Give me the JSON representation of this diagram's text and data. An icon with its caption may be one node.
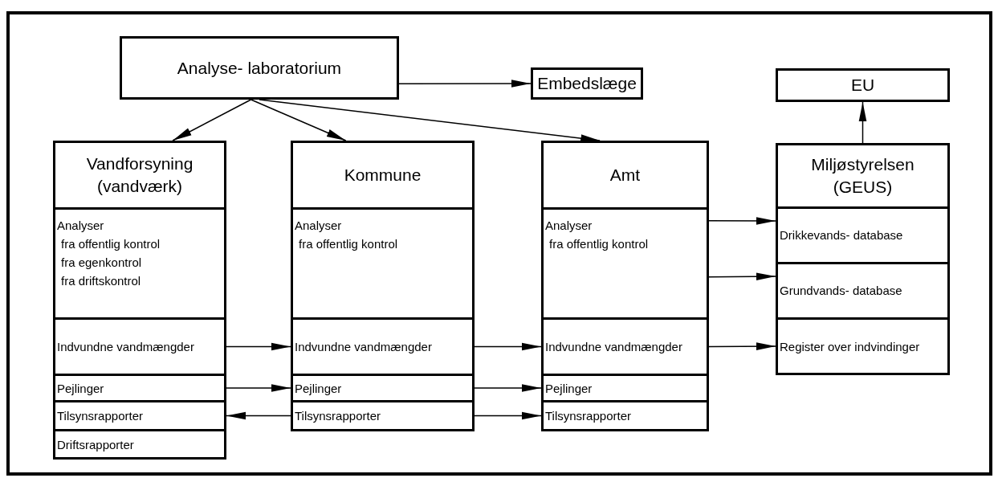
{
  "diagram": {
    "nodes": [
      {
        "text": [
          "Analyse- laboratorium"
        ]
      },
      {
        "text": [
          "Embedslæge"
        ]
      },
      {
        "text": [
          "EU"
        ]
      },
      {
        "text": [
          "Vandforsyning (vandværk)"
        ]
      },
      {
        "text": [
          "Analyser",
          "fra offentlig kontrol",
          "fra egenkontrol",
          "fra driftskontrol"
        ]
      },
      {
        "text": [
          "Indvundne vandmængder"
        ]
      },
      {
        "text": [
          "Pejlinger"
        ]
      },
      {
        "text": [
          "Tilsynsrapporter"
        ]
      },
      {
        "text": [
          "Driftsrapporter"
        ]
      },
      {
        "text": [
          "Kommune"
        ]
      },
      {
        "text": [
          "Analyser",
          "fra offentlig kontrol"
        ]
      },
      {
        "text": [
          "Indvundne vandmængder"
        ]
      },
      {
        "text": [
          "Pejlinger"
        ]
      },
      {
        "text": [
          "Tilsynsrapporter"
        ]
      },
      {
        "text": [
          "Amt"
        ]
      },
      {
        "text": [
          "Analyser",
          "fra offentlig kontrol"
        ]
      },
      {
        "text": [
          "Indvundne vandmængder"
        ]
      },
      {
        "text": [
          "Pejlinger"
        ]
      },
      {
        "text": [
          "Tilsynsrapporter"
        ]
      },
      {
        "text": [
          "Miljøstyrelsen (GEUS)"
        ]
      },
      {
        "text": [
          "Drikkevands- database"
        ]
      },
      {
        "text": [
          "Grundvands- database"
        ]
      },
      {
        "text": [
          "Register over indvindinger"
        ]
      }
    ],
    "edges": [
      {
        "from": 0,
        "to": 1,
        "arrow": "to"
      },
      {
        "from": 0,
        "to": 3,
        "arrow": "to"
      },
      {
        "from": 0,
        "to": 9,
        "arrow": "to"
      },
      {
        "from": 0,
        "to": 14,
        "arrow": "to"
      },
      {
        "from": 19,
        "to": 2,
        "arrow": "to"
      },
      {
        "from": 5,
        "to": 11,
        "arrow": "to"
      },
      {
        "from": 6,
        "to": 12,
        "arrow": "to"
      },
      {
        "from": 13,
        "to": 7,
        "arrow": "to"
      },
      {
        "from": 11,
        "to": 16,
        "arrow": "to"
      },
      {
        "from": 12,
        "to": 17,
        "arrow": "to"
      },
      {
        "from": 13,
        "to": 18,
        "arrow": "to"
      },
      {
        "from": 15,
        "to": 20,
        "arrow": "to"
      },
      {
        "from": 15,
        "to": 21,
        "arrow": "to"
      },
      {
        "from": 16,
        "to": 22,
        "arrow": "to"
      }
    ]
  }
}
